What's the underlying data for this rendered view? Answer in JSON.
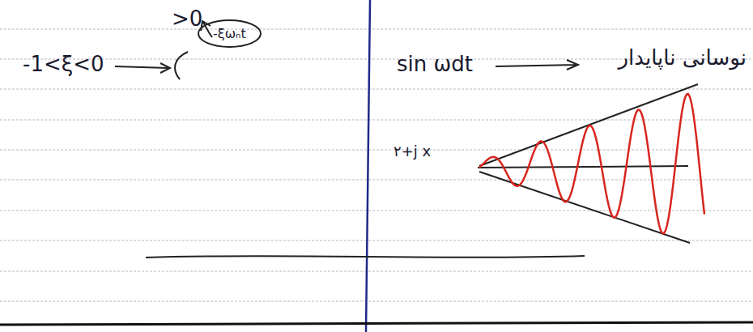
{
  "diagram": {
    "nodes": [
      {
        "text": [
          "-ξωₙt"
        ]
      }
    ],
    "labels": [
      ">0",
      "-1<ξ<0",
      "sin ωdt",
      "نوسانی ناپایدار",
      "۲+j x"
    ]
  }
}
